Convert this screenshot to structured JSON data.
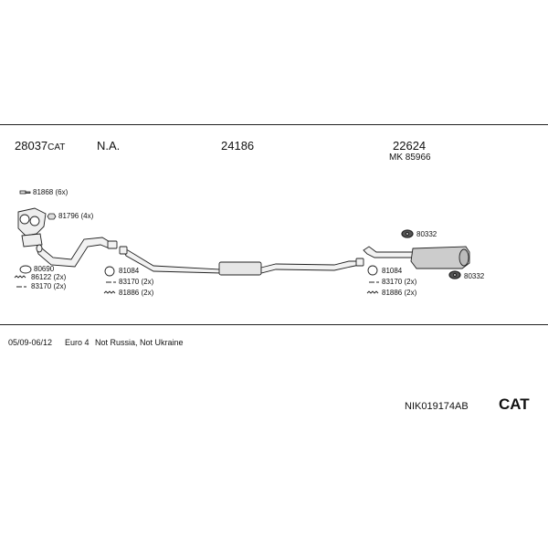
{
  "header": {
    "section1_part": "28037",
    "section1_suffix": "CAT",
    "section2_part": "N.A.",
    "section3_part": "24186",
    "section4_part": "22624",
    "section4_mk": "MK  85966"
  },
  "labels": {
    "l81868": "81868 (6x)",
    "l81796": "81796 (4x)",
    "l80690": "80690",
    "l86122": "86122 (2x)",
    "l83170_left": "83170 (2x)",
    "l81084_mid": "81084",
    "l83170_mid": "83170 (2x)",
    "l81886_mid": "81886 (2x)",
    "l80332_top": "80332",
    "l81084_right": "81084",
    "l83170_right": "83170 (2x)",
    "l81886_right": "81886 (2x)",
    "l80332_right": "80332"
  },
  "footer": {
    "period": "05/09-06/12",
    "euro": "Euro 4",
    "restriction": "Not Russia, Not Ukraine",
    "code": "NIK019174AB",
    "cat": "CAT"
  },
  "colors": {
    "line": "#222222",
    "pipe_fill": "#f2f2f2",
    "muffler_fill": "#cccccc"
  }
}
